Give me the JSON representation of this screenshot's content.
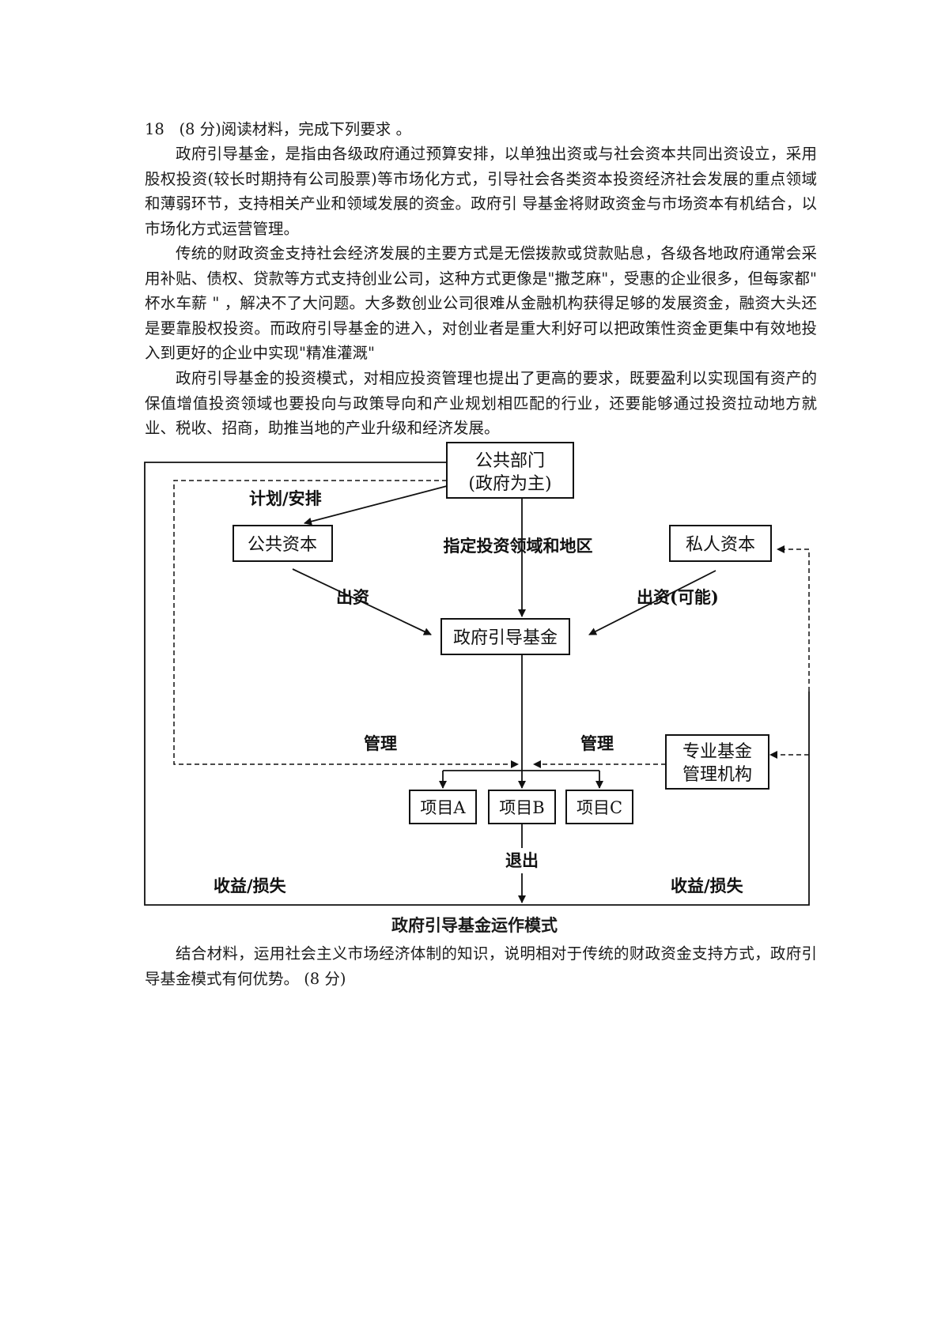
{
  "question": {
    "number": "18",
    "header": "(8 分)阅读材料，完成下列要求 。"
  },
  "material": {
    "paragraphs": [
      "政府引导基金，是指由各级政府通过预算安排，以单独出资或与社会资本共同出资设立，采用股权投资(较长时期持有公司股票)等市场化方式，引导社会各类资本投资经济社会发展的重点领域和薄弱环节，支持相关产业和领域发展的资金。政府引 导基金将财政资金与市场资本有机结合，以市场化方式运营管理。",
      "传统的财政资金支持社会经济发展的主要方式是无偿拨款或贷款贴息，各级各地政府通常会采用补贴、债权、贷款等方式支持创业公司，这种方式更像是\"撒芝麻\"，受惠的企业很多，但每家都\" 杯水车薪 \" ，解决不了大问题。大多数创业公司很难从金融机构获得足够的发展资金，融资大头还是要靠股权投资。而政府引导基金的进入，对创业者是重大利好可以把政策性资金更集中有效地投入到更好的企业中实现\"精准灌溉\"",
      "政府引导基金的投资模式，对相应投资管理也提出了更高的要求，既要盈利以实现国有资产的保值增值投资领域也要投向与政策导向和产业规划相匹配的行业，还要能够通过投资拉动地方就业、税收、招商，助推当地的产业升级和经济发展。"
    ]
  },
  "diagram": {
    "nodes": {
      "public_sector_line1": "公共部门",
      "public_sector_line2": "(政府为主)",
      "public_capital": "公共资本",
      "private_capital": "私人资本",
      "guide_fund": "政府引导基金",
      "fund_manager_line1": "专业基金",
      "fund_manager_line2": "管理机构",
      "project_a": "项目A",
      "project_b": "项目B",
      "project_c": "项目C"
    },
    "labels": {
      "plan": "计划/安排",
      "designate": "指定投资领域和地区",
      "invest": "出资",
      "invest_maybe": "出资(可能)",
      "manage_left": "管理",
      "manage_right": "管理",
      "exit": "退出",
      "return_left": "收益/损失",
      "return_right": "收益/损失"
    },
    "caption": "政府引导基金运作模式"
  },
  "task": {
    "text": "结合材料，运用社会主义市场经济体制的知识，说明相对于传统的财政资金支持方式，政府引导基金模式有何优势。 (8 分)"
  }
}
